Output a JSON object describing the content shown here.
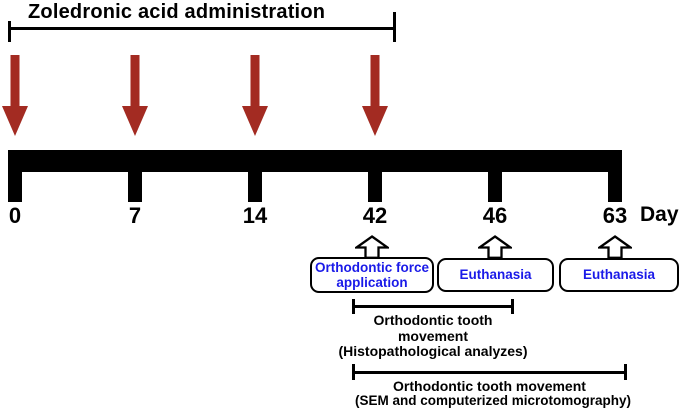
{
  "title": "Zoledronic acid administration",
  "colors": {
    "injection_arrow_red": "#A32B22",
    "event_text_blue": "#1A1AE8",
    "black": "#000000"
  },
  "timeline": {
    "axis_label": "Day",
    "days": [
      "0",
      "7",
      "14",
      "42",
      "46",
      "63"
    ]
  },
  "injections": {
    "icon": "red-down-arrow",
    "at_days": [
      "0",
      "7",
      "14",
      "42"
    ]
  },
  "events": [
    {
      "label": "Orthodontic force application",
      "day": "42"
    },
    {
      "label": "Euthanasia",
      "day": "46"
    },
    {
      "label": "Euthanasia",
      "day": "63"
    }
  ],
  "brackets": [
    {
      "label": "Orthodontic tooth movement",
      "sublabel": "(Histopathological analyzes)",
      "from_day": "42",
      "to_day": "46"
    },
    {
      "label": "Orthodontic tooth movement",
      "sublabel": "(SEM and computerized microtomography)",
      "from_day": "42",
      "to_day": "63"
    }
  ]
}
